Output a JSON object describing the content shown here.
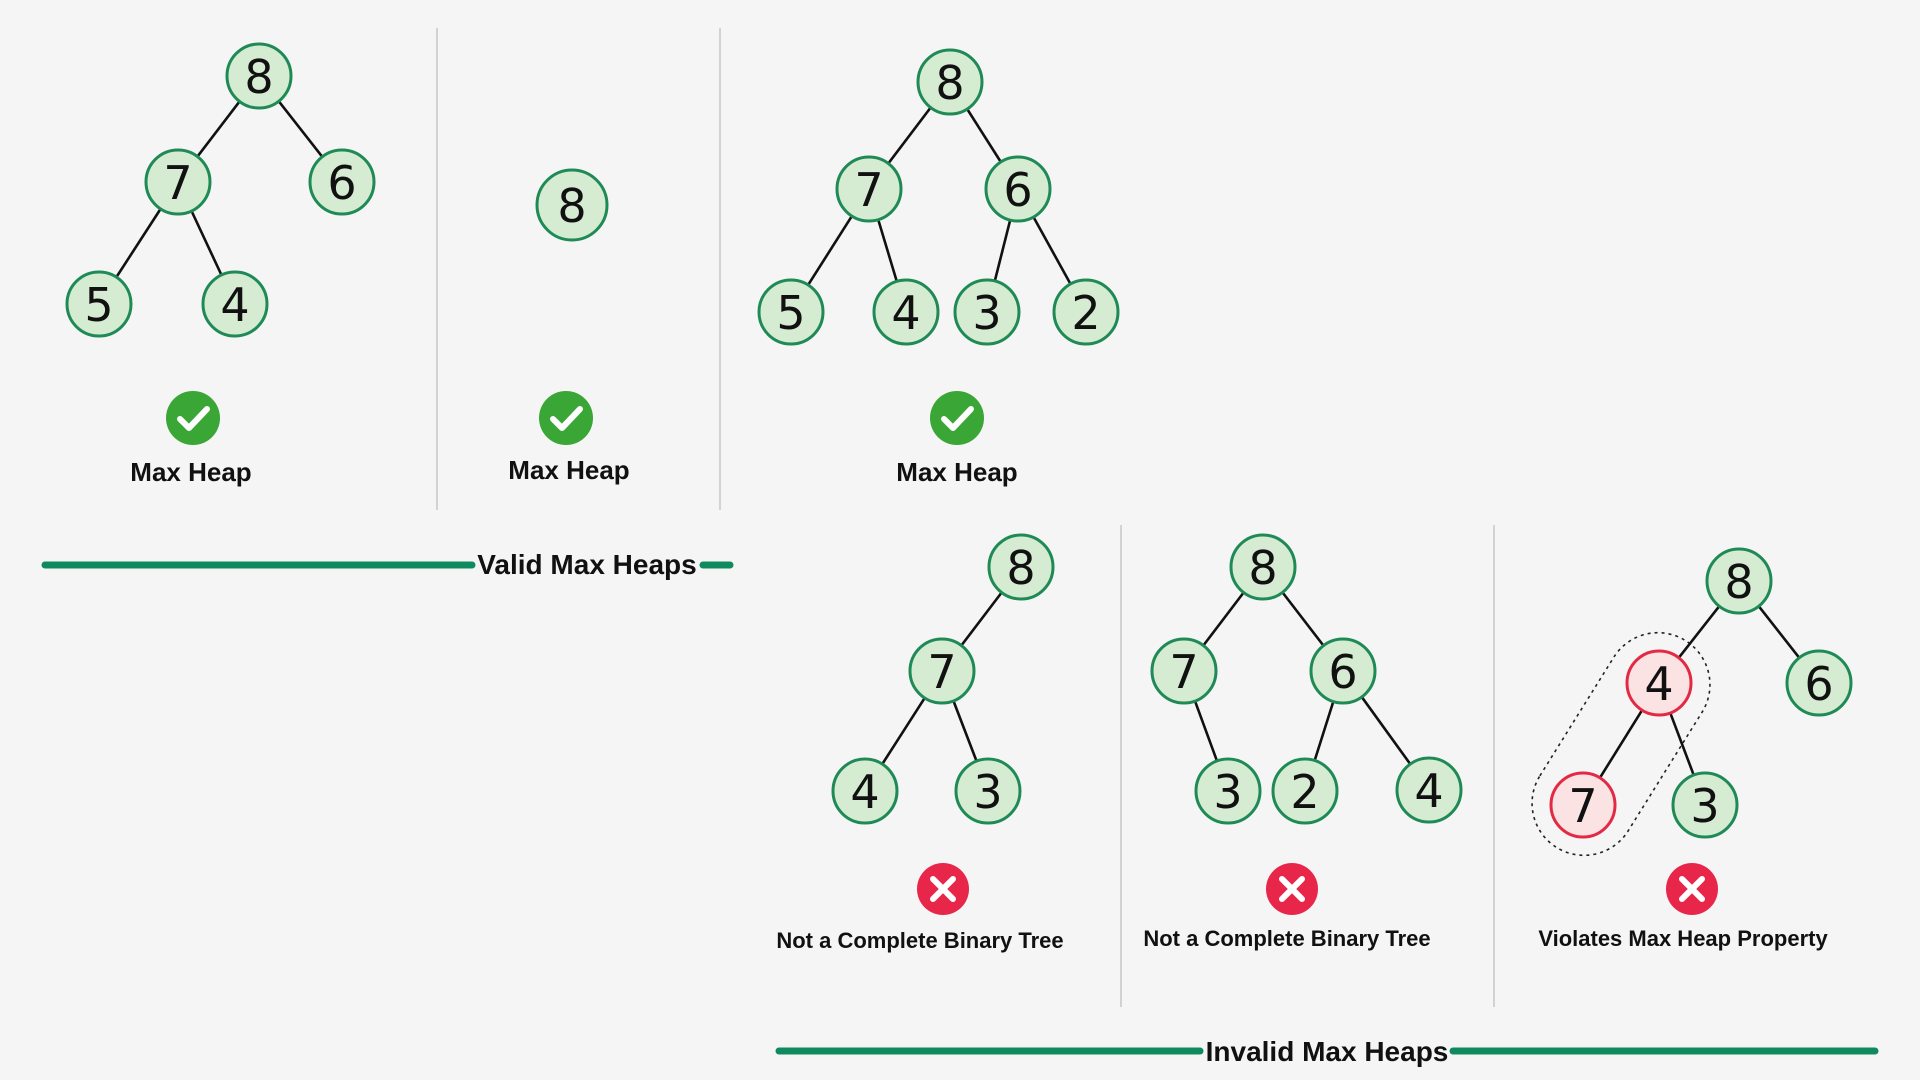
{
  "colors": {
    "background": "#f5f5f5",
    "node_fill": "#d6ecd2",
    "node_stroke": "#1f8a56",
    "bad_node_fill": "#fbe3e3",
    "bad_node_stroke": "#e32a45",
    "check_green": "#3aa635",
    "cross_red": "#e8264a",
    "section_bar": "#0f8a5f",
    "divider": "#c6c6c6"
  },
  "sections": {
    "valid_label": "Valid Max Heaps",
    "invalid_label": "Invalid Max Heaps"
  },
  "trees": [
    {
      "id": "valid-1",
      "status": "valid",
      "status_icon": "check-circle-icon",
      "caption": "Max Heap",
      "nodes": [
        "8",
        "7",
        "6",
        "5",
        "4"
      ],
      "edges": [
        [
          0,
          1
        ],
        [
          0,
          2
        ],
        [
          1,
          3
        ],
        [
          1,
          4
        ]
      ],
      "highlighted": []
    },
    {
      "id": "valid-2",
      "status": "valid",
      "status_icon": "check-circle-icon",
      "caption": "Max Heap",
      "nodes": [
        "8"
      ],
      "edges": [],
      "highlighted": []
    },
    {
      "id": "valid-3",
      "status": "valid",
      "status_icon": "check-circle-icon",
      "caption": "Max Heap",
      "nodes": [
        "8",
        "7",
        "6",
        "5",
        "4",
        "3",
        "2"
      ],
      "edges": [
        [
          0,
          1
        ],
        [
          0,
          2
        ],
        [
          1,
          3
        ],
        [
          1,
          4
        ],
        [
          2,
          5
        ],
        [
          2,
          6
        ]
      ],
      "highlighted": []
    },
    {
      "id": "invalid-1",
      "status": "invalid",
      "status_icon": "cross-circle-icon",
      "caption": "Not a Complete Binary Tree",
      "nodes": [
        "8",
        "7",
        "4",
        "3"
      ],
      "edges": [
        [
          0,
          1
        ],
        [
          1,
          2
        ],
        [
          1,
          3
        ]
      ],
      "highlighted": []
    },
    {
      "id": "invalid-2",
      "status": "invalid",
      "status_icon": "cross-circle-icon",
      "caption": "Not a Complete Binary Tree",
      "nodes": [
        "8",
        "7",
        "6",
        "3",
        "2",
        "4"
      ],
      "edges": [
        [
          0,
          1
        ],
        [
          0,
          2
        ],
        [
          1,
          3
        ],
        [
          2,
          4
        ],
        [
          2,
          5
        ]
      ],
      "highlighted": []
    },
    {
      "id": "invalid-3",
      "status": "invalid",
      "status_icon": "cross-circle-icon",
      "caption": "Violates Max Heap Property",
      "nodes": [
        "8",
        "4",
        "6",
        "7",
        "3"
      ],
      "edges": [
        [
          0,
          1
        ],
        [
          0,
          2
        ],
        [
          1,
          3
        ],
        [
          1,
          4
        ]
      ],
      "highlighted": [
        1,
        3
      ]
    }
  ]
}
